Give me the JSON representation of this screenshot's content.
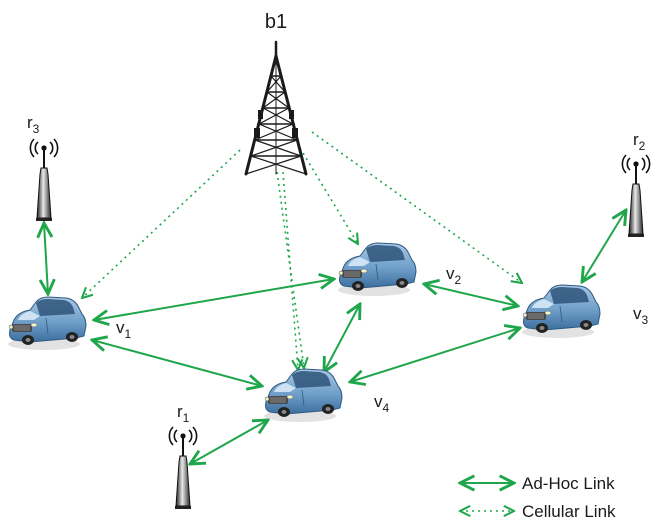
{
  "labels": {
    "base_station": "b1",
    "rsus": [
      {
        "main": "r",
        "sub": "3"
      },
      {
        "main": "r",
        "sub": "2"
      },
      {
        "main": "r",
        "sub": "1"
      }
    ],
    "vehicles": [
      {
        "main": "v",
        "sub": "1"
      },
      {
        "main": "v",
        "sub": "2"
      },
      {
        "main": "v",
        "sub": "3"
      },
      {
        "main": "v",
        "sub": "4"
      }
    ]
  },
  "legend": {
    "adhoc": "Ad-Hoc Link",
    "cellular": "Cellular Link"
  },
  "colors": {
    "link": "#1fa64a",
    "car_body": "#6f9fc9",
    "car_dark": "#3d6f9e",
    "tower": "#1a1a1a",
    "rsu": "#2a2a2a"
  }
}
